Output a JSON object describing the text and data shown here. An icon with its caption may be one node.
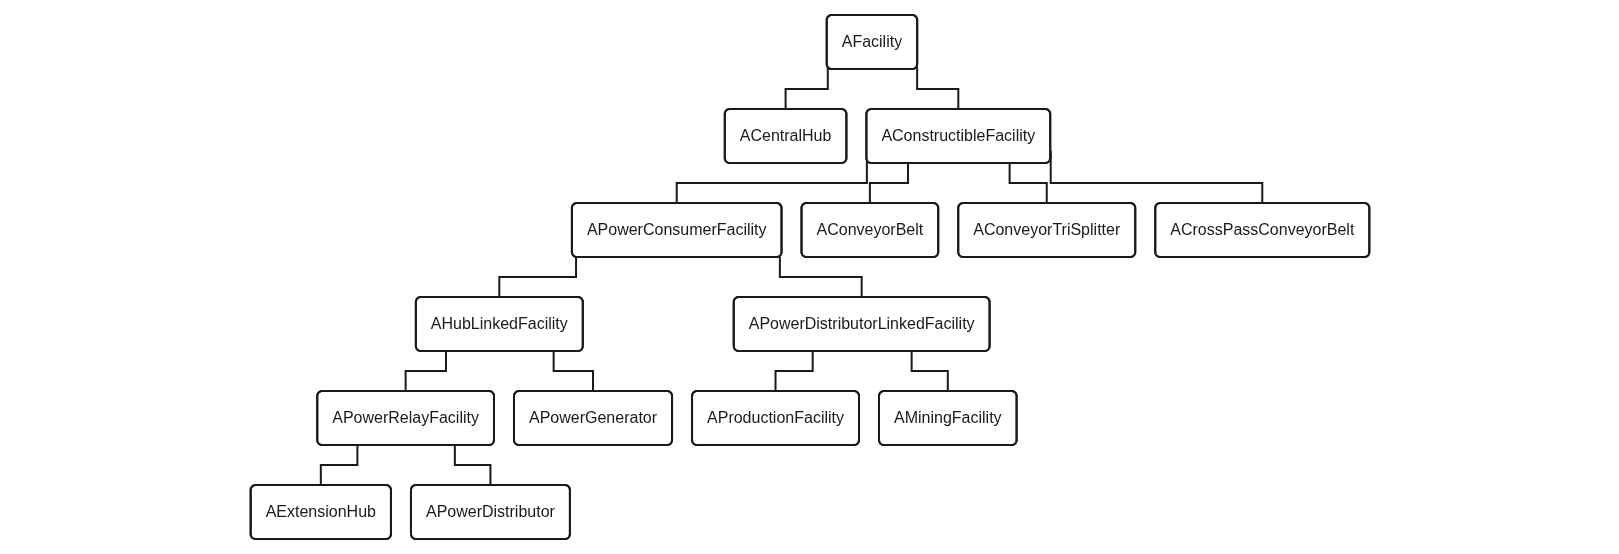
{
  "diagram": {
    "nodes": [
      {
        "text": [
          "AFacility"
        ]
      },
      {
        "text": [
          "ACentralHub"
        ]
      },
      {
        "text": [
          "AConstructibleFacility"
        ]
      },
      {
        "text": [
          "APowerConsumerFacility"
        ]
      },
      {
        "text": [
          "AConveyorBelt"
        ]
      },
      {
        "text": [
          "AConveyorTriSplitter"
        ]
      },
      {
        "text": [
          "ACrossPassConveyorBelt"
        ]
      },
      {
        "text": [
          "AHubLinkedFacility"
        ]
      },
      {
        "text": [
          "APowerDistributorLinkedFacility"
        ]
      },
      {
        "text": [
          "APowerRelayFacility"
        ]
      },
      {
        "text": [
          "APowerGenerator"
        ]
      },
      {
        "text": [
          "AProductionFacility"
        ]
      },
      {
        "text": [
          "AMiningFacility"
        ]
      },
      {
        "text": [
          "AExtensionHub"
        ]
      },
      {
        "text": [
          "APowerDistributor"
        ]
      }
    ],
    "edges": [
      {
        "from": 0,
        "to": 1,
        "arrow": "none"
      },
      {
        "from": 0,
        "to": 2,
        "arrow": "none"
      },
      {
        "from": 2,
        "to": 3,
        "arrow": "none"
      },
      {
        "from": 2,
        "to": 4,
        "arrow": "none"
      },
      {
        "from": 2,
        "to": 5,
        "arrow": "none"
      },
      {
        "from": 2,
        "to": 6,
        "arrow": "none"
      },
      {
        "from": 3,
        "to": 7,
        "arrow": "none"
      },
      {
        "from": 3,
        "to": 8,
        "arrow": "none"
      },
      {
        "from": 7,
        "to": 9,
        "arrow": "none"
      },
      {
        "from": 7,
        "to": 10,
        "arrow": "none"
      },
      {
        "from": 8,
        "to": 11,
        "arrow": "none"
      },
      {
        "from": 8,
        "to": 12,
        "arrow": "none"
      },
      {
        "from": 9,
        "to": 13,
        "arrow": "none"
      },
      {
        "from": 9,
        "to": 14,
        "arrow": "none"
      }
    ]
  }
}
